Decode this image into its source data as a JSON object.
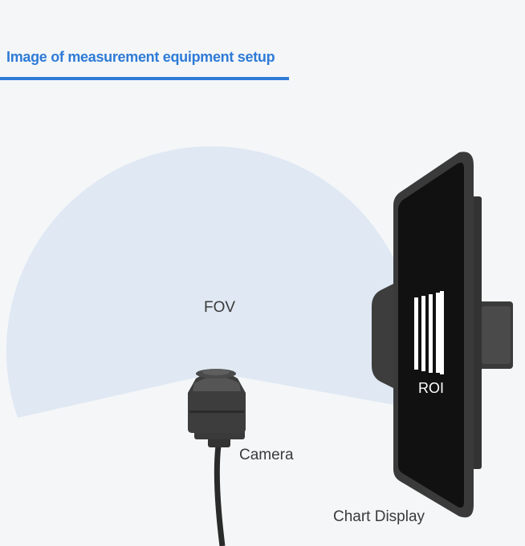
{
  "header": {
    "title": "Image of measurement equipment setup"
  },
  "diagram": {
    "fov_label": "FOV",
    "camera_label": "Camera",
    "chart_display_label": "Chart Display",
    "roi_label": "ROI"
  },
  "colors": {
    "accent": "#2e7bd6",
    "fov_fill": "#dfe8f3",
    "device_dark": "#2d2d2d",
    "background": "#f4f6f8"
  }
}
